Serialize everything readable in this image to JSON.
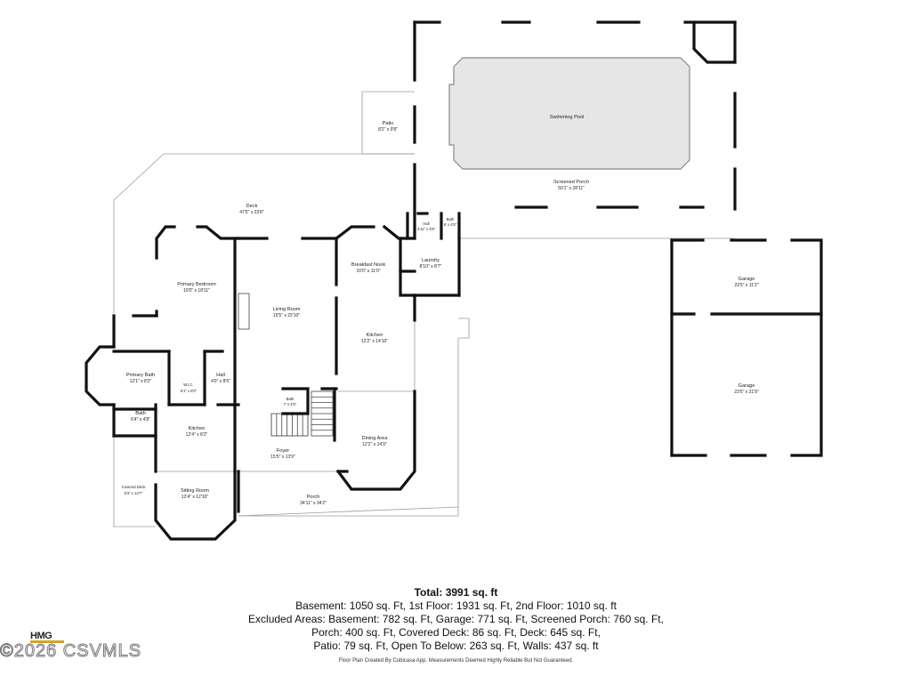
{
  "rooms": {
    "swimming_pool": {
      "name": "Swimming Pool",
      "dim": ""
    },
    "screened_porch": {
      "name": "Screened Porch",
      "dim": "50'1\" x 28'11\""
    },
    "patio": {
      "name": "Patio",
      "dim": "8'2\" x 9'8\""
    },
    "deck": {
      "name": "Deck",
      "dim": "47'5\" x 23'8\""
    },
    "primary_bedroom": {
      "name": "Primary Bedroom",
      "dim": "19'0\" x 18'11\""
    },
    "living_room": {
      "name": "Living Room",
      "dim": "15'5\" x 22'10\""
    },
    "breakfast_nook": {
      "name": "Breakfast Nook",
      "dim": "10'0\" x 11'0\""
    },
    "hall_top": {
      "name": "Hall",
      "dim": "4'11\" x 4'6\""
    },
    "bath_top": {
      "name": "Bath",
      "dim": "6' x 4'5\""
    },
    "laundry": {
      "name": "Laundry",
      "dim": "8'10\" x 8'7\""
    },
    "garage_1": {
      "name": "Garage",
      "dim": "23'5\" x 11'2\""
    },
    "kitchen_main": {
      "name": "Kitchen",
      "dim": "12'2\" x 14'10\""
    },
    "primary_bath": {
      "name": "Primary Bath",
      "dim": "12'1\" x 8'2\""
    },
    "wic": {
      "name": "W.I.C.",
      "dim": "6'1\" x 8'2\""
    },
    "hall_left": {
      "name": "Hall",
      "dim": "4'0\" x 8'6\""
    },
    "garage_2": {
      "name": "Garage",
      "dim": "23'5\" x 21'9\""
    },
    "bath_center": {
      "name": "Bath",
      "dim": "7' x 4'5\""
    },
    "bath_left": {
      "name": "Bath",
      "dim": "6'4\" x 4'8\""
    },
    "kitchen_left": {
      "name": "Kitchen",
      "dim": "12'4\" x 8'2\""
    },
    "dining_area": {
      "name": "Dining Area",
      "dim": "12'2\" x 14'9\""
    },
    "foyer": {
      "name": "Foyer",
      "dim": "15'5\" x 13'9\""
    },
    "covered_deck": {
      "name": "Covered Deck",
      "dim": "6'3\" x 13'7\""
    },
    "sitting_room": {
      "name": "Sitting Room",
      "dim": "12'4\" x 12'10\""
    },
    "porch": {
      "name": "Porch",
      "dim": "34'11\" x 34'2\""
    }
  },
  "summary": {
    "total": "Total: 3991 sq. ft",
    "line1": "Basement: 1050 sq. Ft, 1st Floor: 1931 sq. Ft, 2nd Floor: 1010 sq. ft",
    "line2": "Excluded Areas: Basement: 782 sq. Ft, Garage: 771 sq. Ft, Screened Porch: 760 sq. Ft,",
    "line3": "Porch: 400 sq. Ft, Covered Deck: 86 sq. Ft, Deck: 645 sq. Ft,",
    "line4": "Patio: 79 sq. Ft, Open To Below: 263 sq. Ft, Walls: 437 sq. ft",
    "credit": "Floor Plan Created By Cubicasa App. Measurements Deemed Highly Reliable But Not Guaranteed."
  },
  "branding": {
    "logo": "HMG",
    "watermark": "©2026 CSVMLS",
    "accent_color": "#d8a21c",
    "wall_color": "#111111",
    "pool_fill": "#e6e6e6"
  }
}
